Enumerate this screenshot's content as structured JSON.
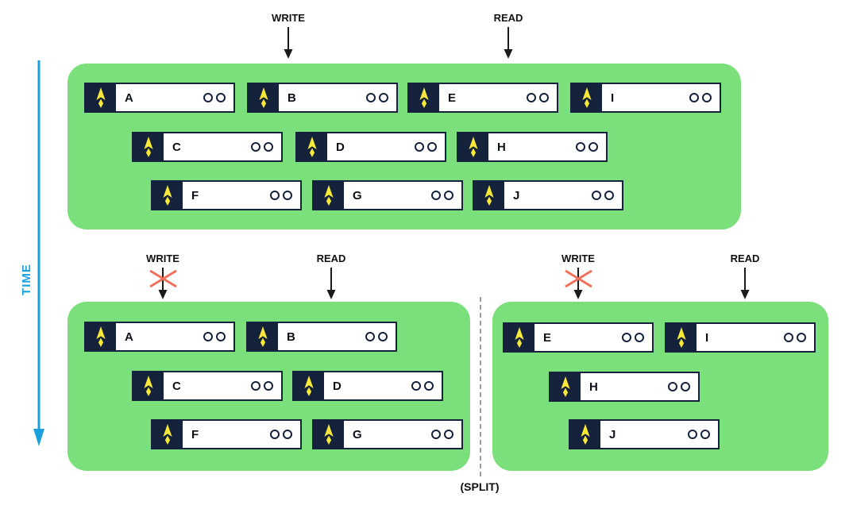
{
  "time_axis": {
    "label": "TIME"
  },
  "split_label": "(SPLIT)",
  "panels": [
    {
      "write_arrow": {
        "label": "WRITE",
        "blocked": false
      },
      "read_arrow": {
        "label": "READ",
        "blocked": false
      },
      "rows": [
        [
          "A",
          "B",
          "E",
          "I"
        ],
        [
          "C",
          "D",
          "H"
        ],
        [
          "F",
          "G",
          "J"
        ]
      ]
    },
    {
      "write_arrow": {
        "label": "WRITE",
        "blocked": true
      },
      "read_arrow": {
        "label": "READ",
        "blocked": false
      },
      "rows": [
        [
          "A",
          "B"
        ],
        [
          "C",
          "D"
        ],
        [
          "F",
          "G"
        ]
      ]
    },
    {
      "write_arrow": {
        "label": "WRITE",
        "blocked": true
      },
      "read_arrow": {
        "label": "READ",
        "blocked": false
      },
      "rows": [
        [
          "E",
          "I"
        ],
        [
          "H"
        ],
        [
          "J"
        ]
      ]
    }
  ],
  "node": {
    "icon": "rocket-icon",
    "replica_dots": 2
  },
  "colors": {
    "panel_green": "#7BE07B",
    "node_navy": "#15223B",
    "rocket_yellow": "#F8E838",
    "time_blue": "#1CA0DC",
    "blocked_x_red": "#F1705C",
    "divider_gray": "#9E9E9E",
    "arrow_black": "#1A1A1A"
  }
}
